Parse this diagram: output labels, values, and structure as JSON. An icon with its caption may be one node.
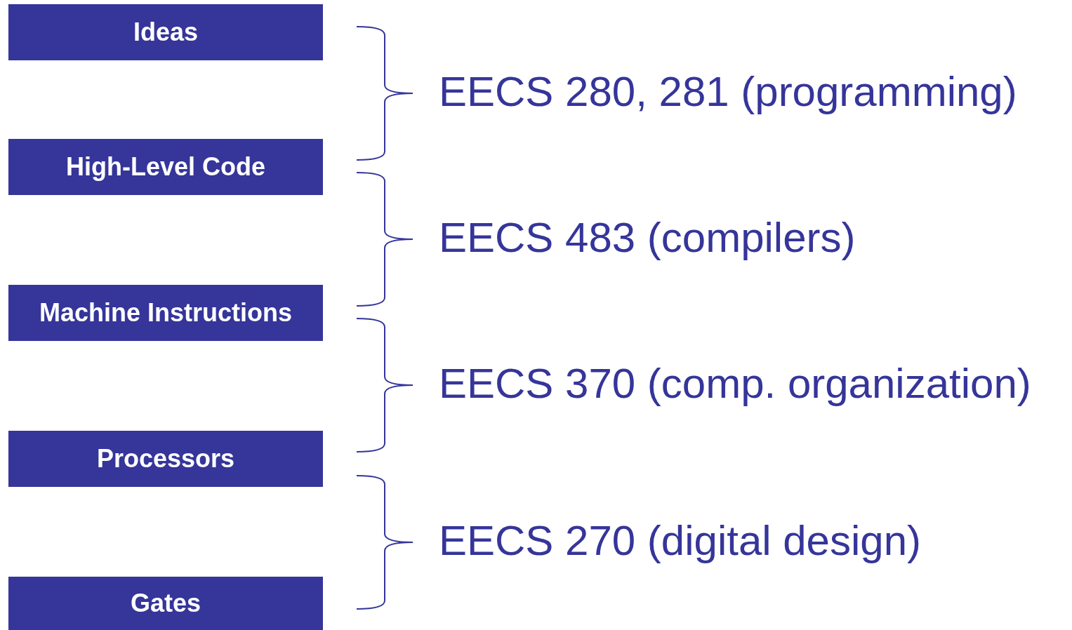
{
  "diagram": {
    "nodes": [
      {
        "text": [
          "Ideas"
        ]
      },
      {
        "text": [
          "High-Level Code"
        ]
      },
      {
        "text": [
          "Machine Instructions"
        ]
      },
      {
        "text": [
          "Processors"
        ]
      },
      {
        "text": [
          "Gates"
        ]
      }
    ],
    "labels": [
      "EECS 280, 281 (programming)",
      "EECS 483 (compilers)",
      "EECS 370 (comp. organization)",
      "EECS 270 (digital design)"
    ]
  }
}
